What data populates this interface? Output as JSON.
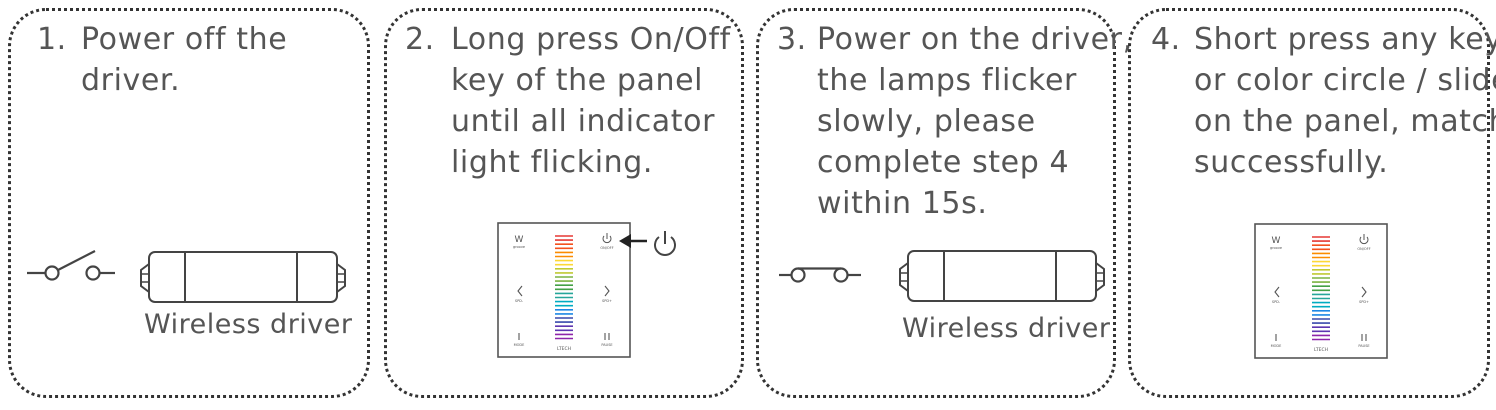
{
  "steps": [
    {
      "number": "1.",
      "lines": [
        "Power off the",
        "driver."
      ],
      "caption": "Wireless driver"
    },
    {
      "number": "2.",
      "lines": [
        "Long press On/Off",
        "key of the panel",
        "until all indicator",
        "light flicking."
      ]
    },
    {
      "number": "3.",
      "lines": [
        "Power on the driver,",
        "the lamps flicker",
        "slowly, please",
        "complete step 4",
        "within 15s."
      ],
      "caption": "Wireless driver"
    },
    {
      "number": "4.",
      "lines": [
        "Short press any key",
        "or color circle / slider",
        "on the panel, match",
        "successfully."
      ]
    }
  ],
  "panel": {
    "top_left_label": "W",
    "top_left_sub": "groove",
    "top_right_sub": "ON/OFF",
    "mid_left_sub": "SPD-",
    "mid_right_sub": "SPD+",
    "bottom_left_sub": "MODE",
    "bottom_right_sub": "PAUSE",
    "brand": "LTECH"
  },
  "colors": {
    "border": "#333333",
    "text": "#555555",
    "rainbow": [
      "#e53935",
      "#f4511e",
      "#fb8c00",
      "#fdd835",
      "#c0ca33",
      "#7cb342",
      "#43a047",
      "#26a69a",
      "#00acc1",
      "#1e88e5",
      "#3949ab",
      "#5e35b1",
      "#8e24aa"
    ]
  },
  "icons": [
    "switch-off-icon",
    "driver-icon",
    "touch-panel-icon",
    "power-icon",
    "arrow-left-icon",
    "switch-on-icon"
  ]
}
